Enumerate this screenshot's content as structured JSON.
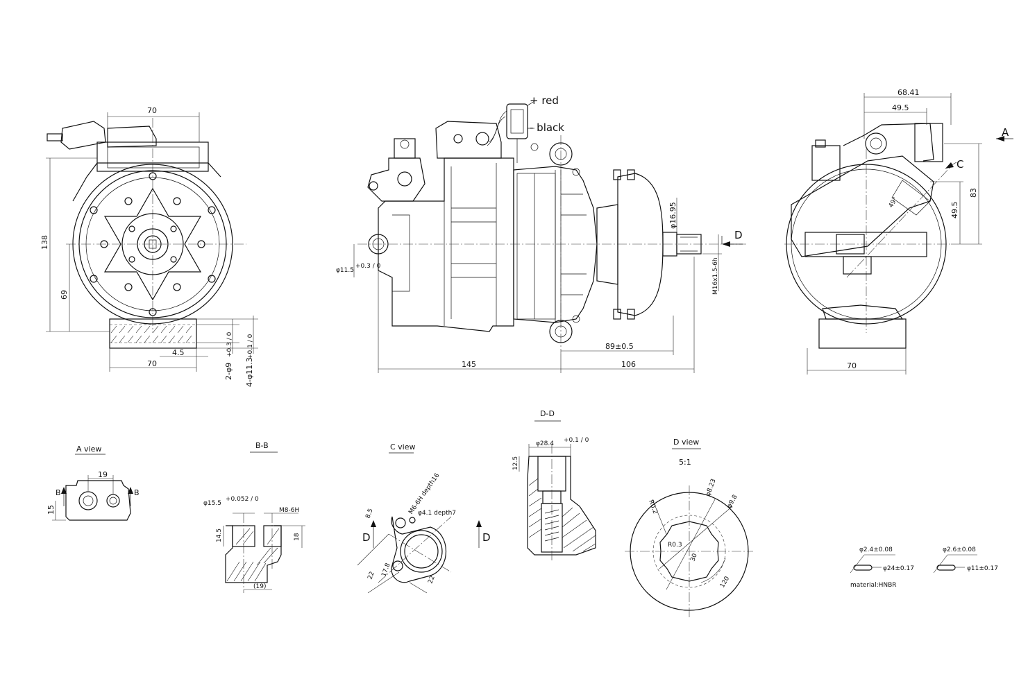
{
  "front_view": {
    "dim_top": "70",
    "dim_height": "138",
    "dim_center": "69",
    "dim_bottom": "70",
    "dim_offset": "4.5",
    "hole_a": "2-φ9",
    "hole_a_tol": "+0.3 / 0",
    "hole_b": "4-φ11.3",
    "hole_b_tol": "+0.1 / 0"
  },
  "side_view": {
    "wire_red": "+ red",
    "wire_black": "- black",
    "dia_port": "φ11.5",
    "dia_port_tol": "+0.3 / 0",
    "dia_shaft": "φ16.95",
    "thread": "M16x1.5-6h",
    "section_mark": "D",
    "dim_mount": "89±0.5",
    "dim_left": "145",
    "dim_right": "106"
  },
  "rear_view": {
    "dim_top1": "68.41",
    "dim_top2": "49.5",
    "dim_v1": "83",
    "dim_v2": "49.5",
    "angle": "49°",
    "view_a": "A",
    "view_c": "C",
    "dim_bottom": "70"
  },
  "a_view": {
    "title": "A view",
    "dim_w": "19",
    "dim_h": "15",
    "mark": "B"
  },
  "bb_view": {
    "title": "B-B",
    "dia": "φ15.5",
    "dia_tol": "+0.052 / 0",
    "thread": "M8-6H",
    "dim_a": "14.5",
    "dim_b": "18",
    "dim_c": "(19)"
  },
  "c_view": {
    "title": "C view",
    "thread": "M6-6H depth16",
    "hole": "φ4.1 depth7",
    "dim_a": "8.5",
    "dim_b": "17.8",
    "dim_c": "22",
    "dim_d": "22",
    "mark": "D"
  },
  "dd_view": {
    "title": "D-D",
    "dia": "φ28.4",
    "dia_tol": "+0.1 / 0",
    "dim": "12.5"
  },
  "d_view": {
    "title": "D view",
    "scale": "5:1",
    "r_outer": "R0.2",
    "d1": "φ8.23",
    "d2": "φ9.8",
    "r_inner": "R0.3",
    "ang1": "30",
    "ang2": "120"
  },
  "seals": {
    "seal1_cs": "φ2.4±0.08",
    "seal1_id": "φ24±0.17",
    "seal2_cs": "φ2.6±0.08",
    "seal2_id": "φ11±0.17",
    "material": "material:HNBR"
  }
}
